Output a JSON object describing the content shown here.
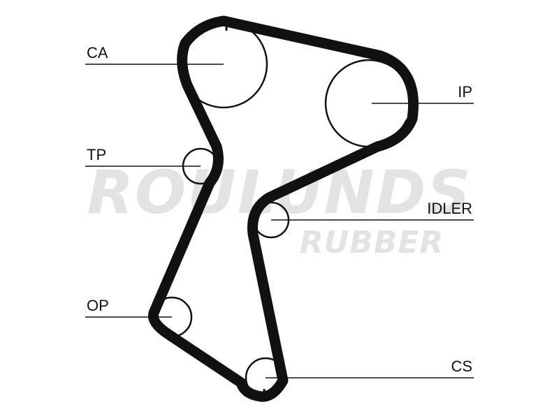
{
  "diagram": {
    "watermark": {
      "line1": "ROULUNDS",
      "line2": "RUBBER"
    },
    "labels": {
      "ca": "CA",
      "ip": "IP",
      "tp": "TP",
      "idler": "IDLER",
      "op": "OP",
      "cs": "CS"
    }
  },
  "colors": {
    "belt": "#111111",
    "watermark": "#e3e3e3",
    "background": "#ffffff"
  }
}
